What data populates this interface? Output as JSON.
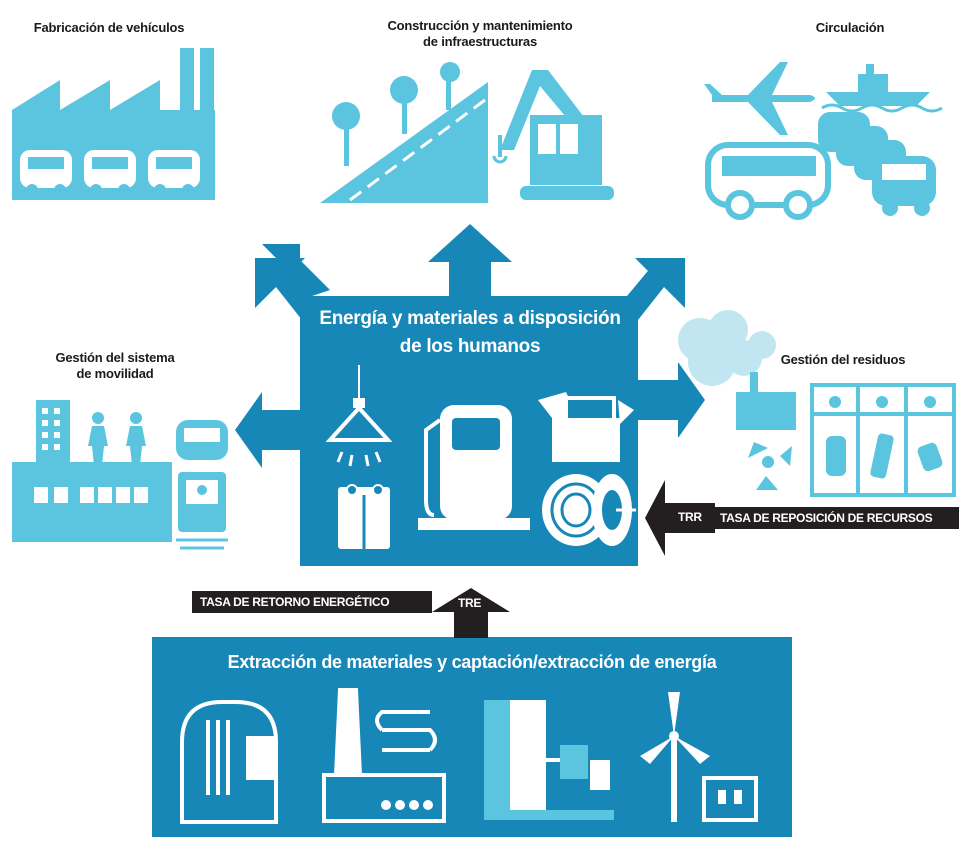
{
  "colors": {
    "dark_blue": "#1787b8",
    "light_blue": "#5bc5e0",
    "pale_blue": "#a9dcec",
    "black": "#231f20"
  },
  "labels": {
    "vehicle_manufacturing": "Fabricación de vehículos",
    "infrastructure_line1": "Construcción y mantenimiento",
    "infrastructure_line2": "de infraestructuras",
    "circulation": "Circulación",
    "mobility_line1": "Gestión del sistema",
    "mobility_line2": "de movilidad",
    "waste": "Gestión del residuos"
  },
  "hub": {
    "title_line1": "Energía y materiales a disposición",
    "title_line2": "de los humanos"
  },
  "bottom": {
    "title": "Extracción de materiales y captación/extracción de energía"
  },
  "ratios": {
    "tre_abbr": "TRE",
    "tre_full": "TASA DE RETORNO ENERGÉTICO",
    "trr_abbr": "TRR",
    "trr_full": "TASA DE REPOSICIÓN DE RECURSOS"
  },
  "icons": [
    "factory-icon",
    "road-icon",
    "crane-icon",
    "plane-icon",
    "ship-icon",
    "bus-icon",
    "cars-icon",
    "building-icon",
    "pedestrians-icon",
    "train-icon",
    "skull-smoke-icon",
    "radioactive-icon",
    "recycling-bins-icon",
    "lamp-icon",
    "battery-icon",
    "fuel-pump-icon",
    "box-icon",
    "cable-reel-icon",
    "nuclear-plant-icon",
    "thermal-plant-icon",
    "hydro-dam-icon",
    "wind-turbine-icon"
  ]
}
